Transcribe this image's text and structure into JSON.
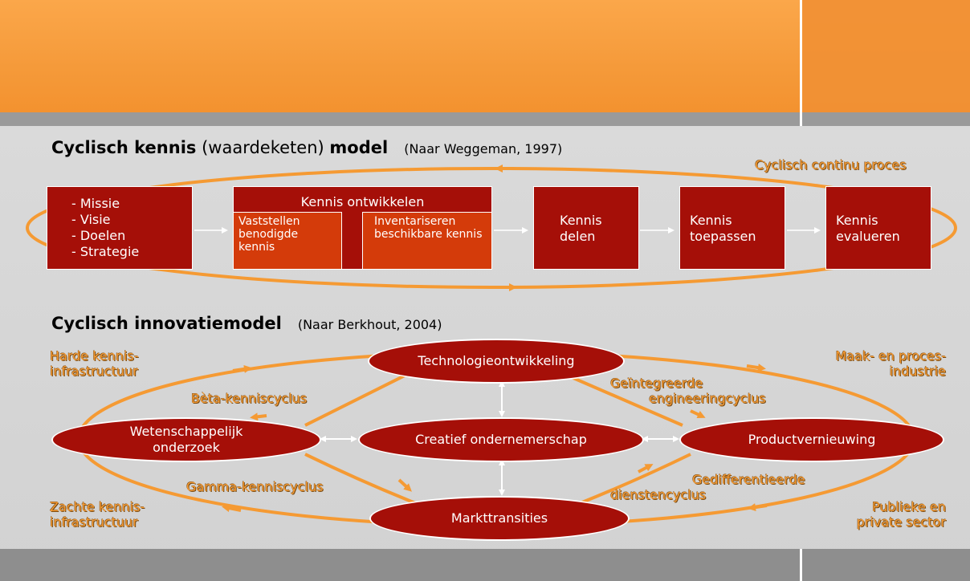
{
  "header": {
    "model1_title_bold1": "Cyclisch kennis",
    "model1_title_normal": "(waardeketen)",
    "model1_title_bold2": "model",
    "model1_citation": "(Naar Weggeman, 1997)",
    "model2_title": "Cyclisch innovatiemodel",
    "model2_citation": "(Naar Berkhout, 2004)"
  },
  "chain": {
    "cycle_label": "Cyclisch continu proces",
    "box1_items": [
      "- Missie",
      "- Visie",
      "- Doelen",
      "- Strategie"
    ],
    "box2_title": "Kennis ontwikkelen",
    "box2_sub1": "Vaststellen benodigde kennis",
    "box2_sub2": "Inventariseren beschikbare kennis",
    "box3": "Kennis delen",
    "box4": "Kennis toepassen",
    "box5": "Kennis evalueren"
  },
  "innovation": {
    "ovals": {
      "top": "Technologieontwikkeling",
      "left": "Wetenschappelijk onderzoek",
      "center": "Creatief ondernemerschap",
      "right": "Productvernieuwing",
      "bottom": "Markttransities"
    },
    "corner_labels": {
      "top_left": [
        "Harde kennis-",
        "infrastructuur"
      ],
      "top_right": [
        "Maak- en proces-",
        "industrie"
      ],
      "bottom_left": [
        "Zachte kennis-",
        "infrastructuur"
      ],
      "bottom_right": [
        "Publieke en",
        "private sector"
      ]
    },
    "cycle_labels": {
      "beta": "Bèta-kenniscyclus",
      "gamma": "Gamma-kenniscyclus",
      "engineering": [
        "Geïntegreerde",
        "engineeringcyclus"
      ],
      "diensten": [
        "Gedifferentieerde",
        "dienstencyclus"
      ]
    }
  },
  "colors": {
    "orange": "#f59a33",
    "dark_red": "#a50f08",
    "sub_red": "#d43b0a"
  }
}
